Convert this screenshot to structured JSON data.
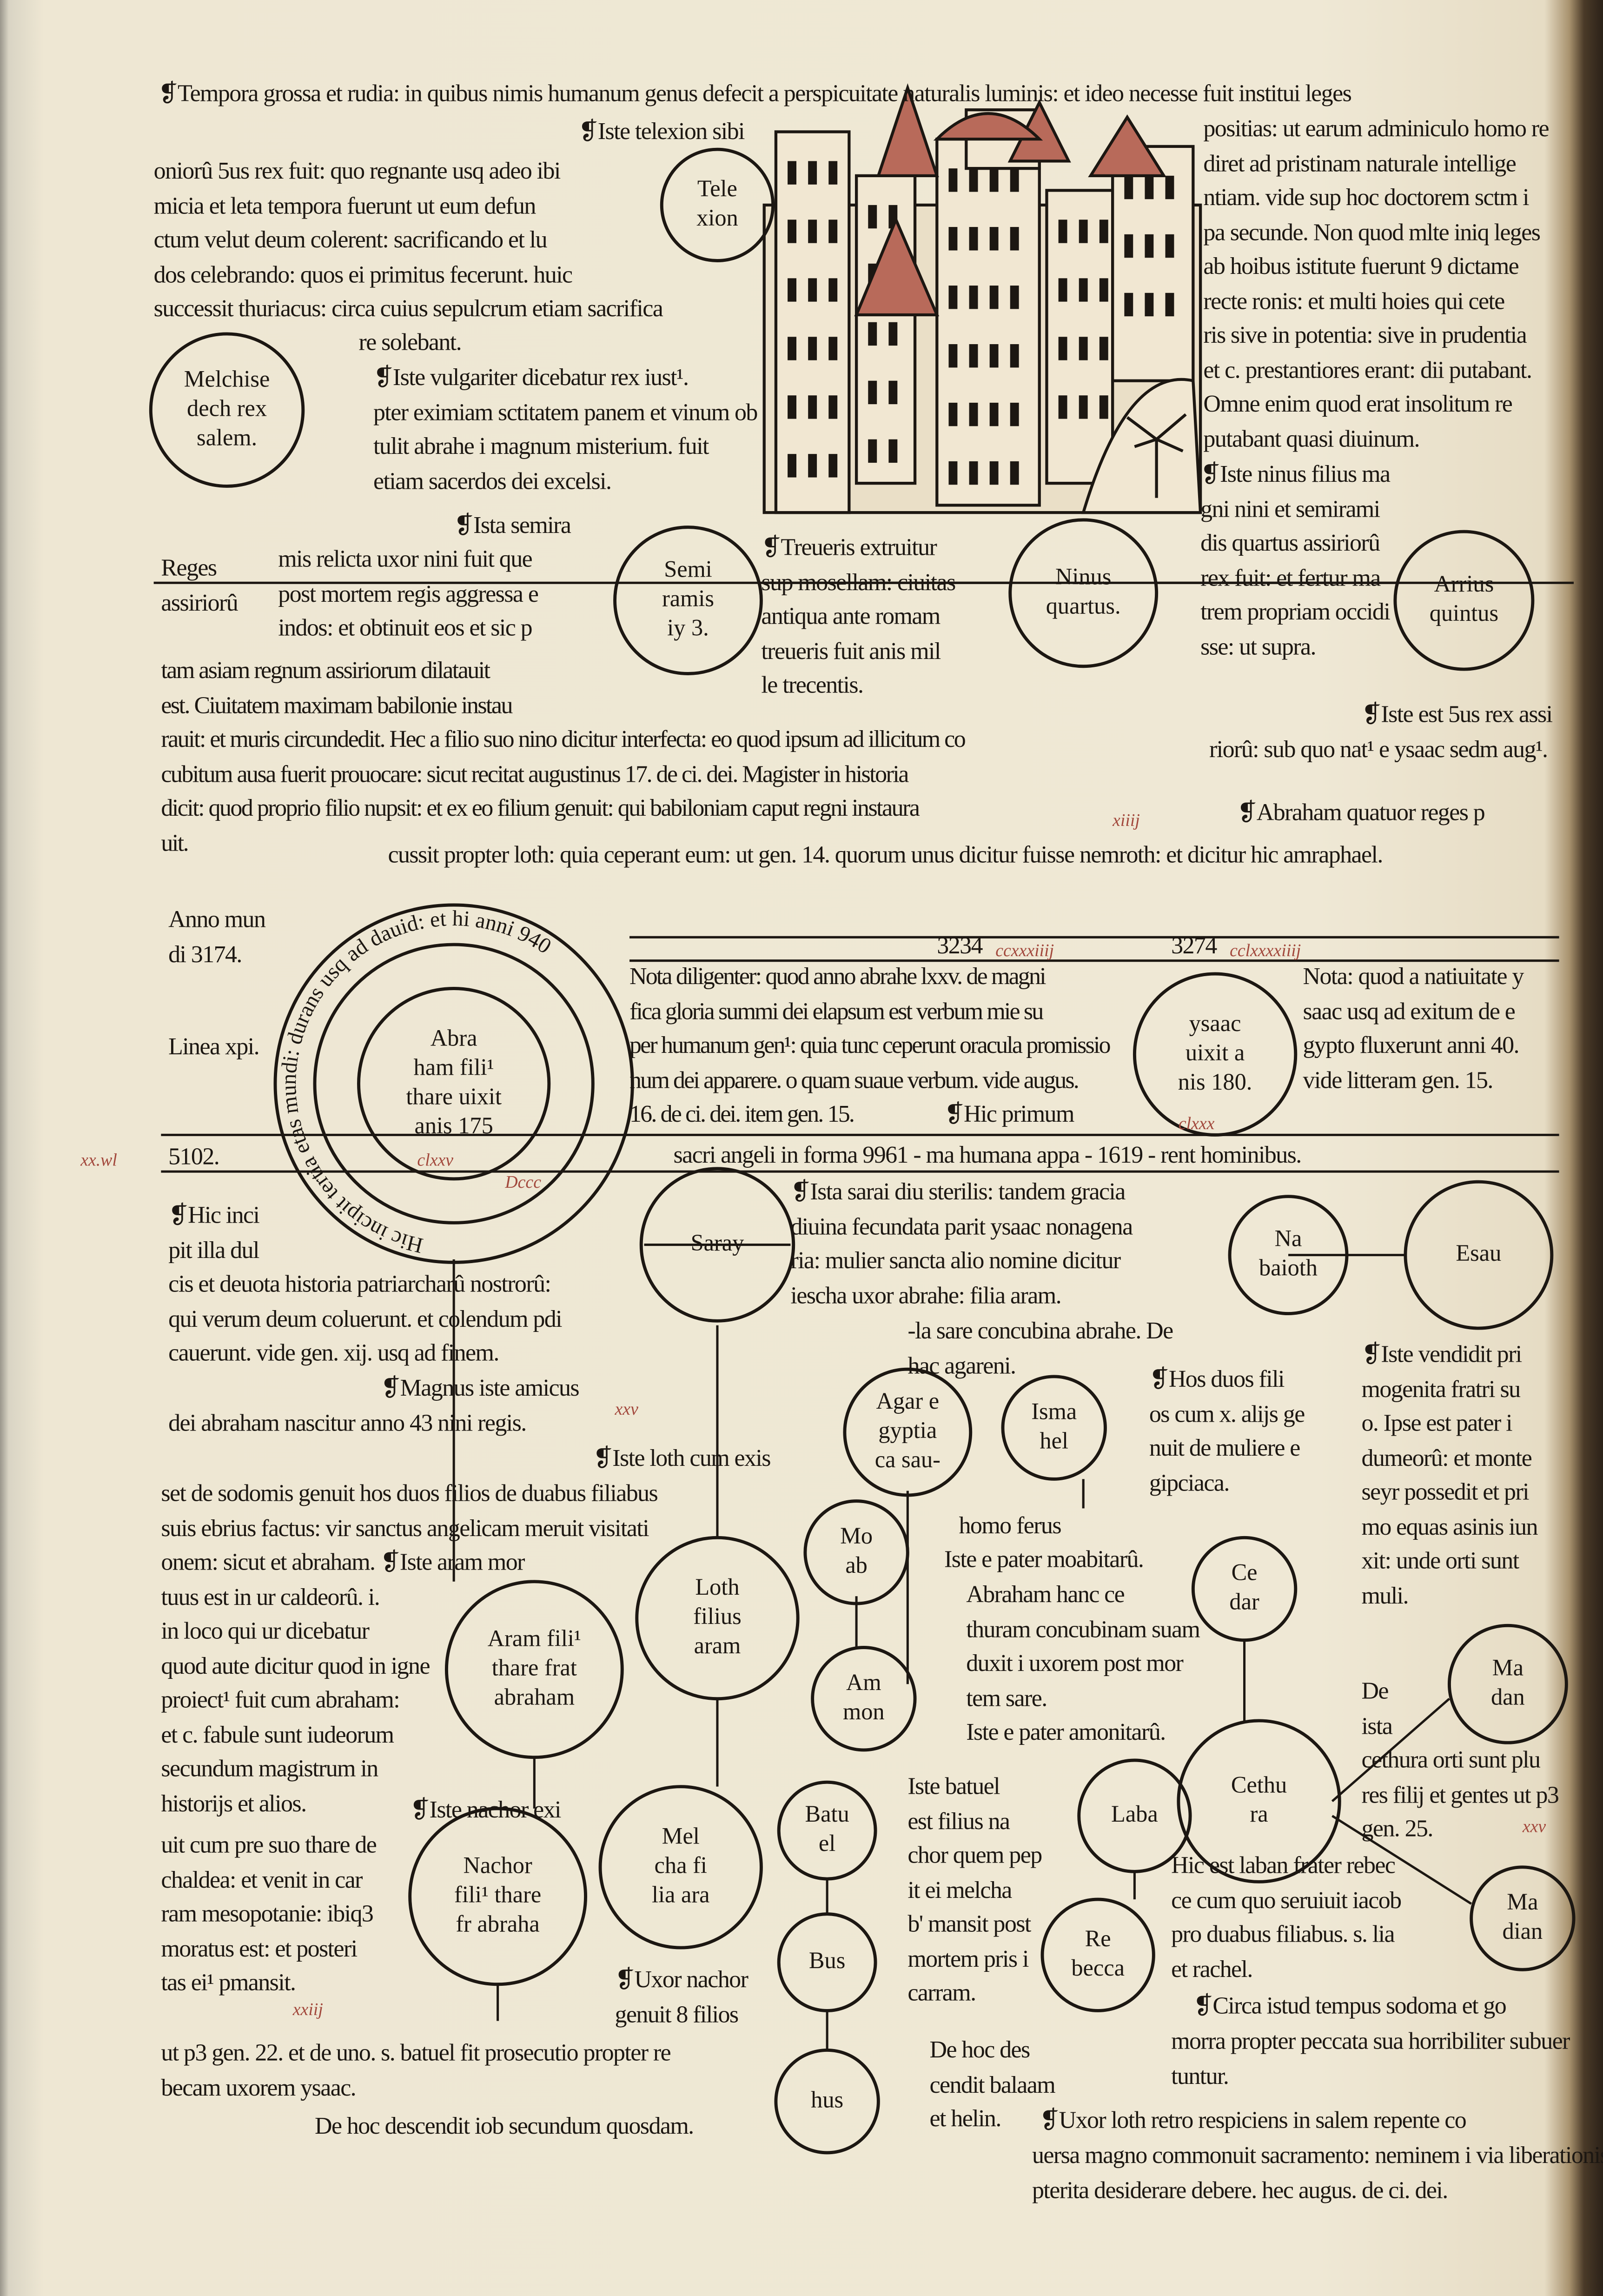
{
  "blocks": [
    {
      "name": "heading-tempora",
      "lines": [
        "❡Tempora grossa et rudia: in quibus nimis humanum genus defecit a perspicuitate naturalis luminis: et ideo necesse fuit institui leges"
      ]
    },
    {
      "name": "telexion-intro",
      "lines": [
        "❡Iste telexion sibi"
      ]
    },
    {
      "name": "telexion-text",
      "lines": [
        "oniorû 5us rex fuit: quo regnante usq adeo ibi",
        "micia et leta tempora fuerunt ut eum defun",
        "ctum velut deum colerent: sacrificando et lu",
        "dos celebrando: quos ei primitus fecerunt. huic",
        "successit thuriacus: circa cuius sepulcrum etiam sacrifica"
      ]
    },
    {
      "name": "telexion-end",
      "lines": [
        "re solebant."
      ]
    },
    {
      "name": "leges-text",
      "lines": [
        "positias: ut earum adminiculo homo re",
        "diret ad pristinam naturale intellige",
        "ntiam. vide sup hoc doctorem sctm i",
        "pa secunde. Non quod mlte iniq leges",
        "ab hoibus istitute fuerunt 9 dictame",
        "recte ronis: et multi hoies qui cete",
        "ris sive in potentia: sive in prudentia",
        "et c. prestantiores erant: dii putabant.",
        "Omne enim quod erat insolitum re",
        "putabant quasi diuinum."
      ]
    },
    {
      "name": "melchisedech-text",
      "lines": [
        "❡Iste vulgariter dicebatur rex iust¹.",
        "pter eximiam sctitatem panem et vinum ob",
        "tulit abrahe i magnum misterium. fuit",
        "etiam sacerdos dei excelsi."
      ]
    },
    {
      "name": "semiramis-head",
      "lines": [
        "❡Ista semira"
      ]
    },
    {
      "name": "reges-label",
      "lines": [
        "Reges",
        "assiriorû"
      ]
    },
    {
      "name": "semiramis-text-a",
      "lines": [
        "mis relicta uxor nini fuit que",
        "post mortem regis aggressa e",
        "indos: et obtinuit eos et sic p"
      ]
    },
    {
      "name": "semiramis-text-b",
      "lines": [
        "tam asiam regnum assiriorum dilatauit",
        "est. Ciuitatem maximam babilonie instau",
        "rauit: et muris circundedit. Hec a filio suo nino dicitur interfecta: eo quod ipsum ad illicitum co",
        "cubitum ausa fuerit prouocare: sicut recitat augustinus 17. de ci. dei. Magister in historia",
        "dicit: quod proprio filio nupsit: et ex eo filium genuit: qui babiloniam caput regni instaura",
        "uit."
      ]
    },
    {
      "name": "treveris-text",
      "lines": [
        "❡Treueris extruitur",
        "sup mosellam: ciuitas",
        "antiqua ante romam",
        "treueris fuit anis mil",
        "le trecentis."
      ]
    },
    {
      "name": "ninus-text",
      "lines": [
        "❡Iste ninus filius ma",
        "gni nini et semirami",
        "dis quartus assiriorû",
        "rex fuit: et fertur ma",
        "trem propriam occidi",
        "sse: ut supra."
      ]
    },
    {
      "name": "arrius-text",
      "lines": [
        "❡Iste est 5us rex assi"
      ]
    },
    {
      "name": "arrius-text-b",
      "lines": [
        "riorû: sub quo nat¹ e ysaac sedm aug¹."
      ]
    },
    {
      "name": "abraham-reges",
      "lines": [
        "❡Abraham quatuor reges p"
      ]
    },
    {
      "name": "abraham-reges-b",
      "lines": [
        "cussit propter loth: quia ceperant eum: ut gen. 14. quorum unus dicitur fuisse nemroth: et dicitur hic amraphael."
      ]
    },
    {
      "name": "anno-mundi",
      "lines": [
        "Anno mun",
        "di 3174."
      ]
    },
    {
      "name": "linea-christi",
      "lines": [
        "Linea xpi."
      ]
    },
    {
      "name": "year-5102",
      "lines": [
        "5102."
      ]
    },
    {
      "name": "year-3234",
      "lines": [
        "3234"
      ]
    },
    {
      "name": "year-3274",
      "lines": [
        "3274"
      ]
    },
    {
      "name": "nota-abrahe",
      "lines": [
        "Nota diligenter: quod anno abrahe lxxv. de magni",
        "fica gloria summi dei elapsum est verbum mie su",
        "per humanum gen¹: quia tunc ceperunt oracula promissio",
        "num dei apparere. o quam suaue verbum. vide augus.",
        "16. de ci. dei. item gen. 15."
      ]
    },
    {
      "name": "hic-primum",
      "lines": [
        "❡Hic primum"
      ]
    },
    {
      "name": "nota-ysaac",
      "lines": [
        "Nota: quod a natiuitate y",
        "saac usq ad exitum de e",
        "gypto fluxerunt anni 40.",
        "vide litteram gen. 15."
      ]
    },
    {
      "name": "angeli-line",
      "lines": [
        "sacri angeli in forma 9961 - ma humana appa - 1619 - rent hominibus."
      ]
    },
    {
      "name": "sarai-text",
      "lines": [
        "❡Ista sarai diu sterilis: tandem gracia",
        "diuina fecundata parit ysaac nonagena",
        "ria: mulier sancta alio nomine dicitur",
        "iescha uxor abrahe: filia aram."
      ]
    },
    {
      "name": "agar-text",
      "lines": [
        "-la sare concubina abrahe. De",
        "hac agareni."
      ]
    },
    {
      "name": "historia-text",
      "lines": [
        "❡Hic inci",
        "pit illa dul",
        "cis et deuota historia patriarcharû nostrorû:",
        "qui verum deum coluerunt. et colendum pdi",
        "cauerunt. vide gen. xij. usq ad finem."
      ]
    },
    {
      "name": "magnus-amicus",
      "lines": [
        "❡Magnus iste amicus"
      ]
    },
    {
      "name": "magnus-amicus-b",
      "lines": [
        "dei abraham nascitur anno 43 nini regis."
      ]
    },
    {
      "name": "esau-text",
      "lines": [
        "❡Iste vendidit pri",
        "mogenita fratri su",
        "o. Ipse est pater i",
        "dumeorû: et monte",
        "seyr possedit et pri",
        "mo equas asinis iun",
        "xit: unde orti sunt",
        "muli."
      ]
    },
    {
      "name": "ismahel-text",
      "lines": [
        "❡Hos duos fili",
        "os cum x. alijs ge",
        "nuit de muliere e",
        "gipciaca."
      ]
    },
    {
      "name": "loth-head",
      "lines": [
        "❡Iste loth cum exis"
      ]
    },
    {
      "name": "loth-text",
      "lines": [
        "set de sodomis genuit hos duos filios de duabus filiabus",
        "suis ebrius factus: vir sanctus angelicam meruit visitati",
        "onem: sicut et abraham. ❡Iste aram mor",
        "tuus est in ur caldeorû. i.",
        "in loco qui ur dicebatur",
        "quod aute dicitur quod in igne",
        "proiect¹ fuit cum abraham:",
        "et c. fabule sunt iudeorum",
        "secundum magistrum in",
        "historijs et alios."
      ]
    },
    {
      "name": "homo-ferus",
      "lines": [
        "homo ferus"
      ]
    },
    {
      "name": "moab-text",
      "lines": [
        "Iste e pater moabitarû."
      ]
    },
    {
      "name": "cethura-text",
      "lines": [
        "Abraham hanc ce",
        "thuram concubinam suam",
        "duxit i uxorem post mor",
        "tem sare.",
        "Iste e pater amonitarû."
      ]
    },
    {
      "name": "cethura-filii",
      "lines": [
        "De",
        "ista",
        "cethura orti sunt plu",
        "res filij et gentes ut p3",
        "gen. 25."
      ]
    },
    {
      "name": "nachor-head",
      "lines": [
        "❡Iste nachor exi"
      ]
    },
    {
      "name": "nachor-text",
      "lines": [
        "uit cum pre suo thare de",
        "chaldea: et venit in car",
        "ram mesopotanie: ibiq3",
        "moratus est: et posteri",
        "tas ei¹ pmansit."
      ]
    },
    {
      "name": "batuel-text",
      "lines": [
        "Iste batuel",
        "est filius na",
        "chor quem pep",
        "it ei melcha",
        "b' mansit post",
        "mortem pris i",
        "carram."
      ]
    },
    {
      "name": "laban-text",
      "lines": [
        "Hic est laban frater rebec",
        "ce cum quo seruiuit iacob",
        "pro duabus filiabus. s. lia",
        "et rachel."
      ]
    },
    {
      "name": "sodoma-text",
      "lines": [
        "❡Circa istud tempus sodoma et go"
      ]
    },
    {
      "name": "sodoma-text-b",
      "lines": [
        "morra propter peccata sua horribiliter subuer",
        "tuntur."
      ]
    },
    {
      "name": "uxor-loth",
      "lines": [
        "❡Uxor loth retro respiciens in salem repente co"
      ]
    },
    {
      "name": "uxor-loth-b",
      "lines": [
        "uersa magno commonuit sacramento: neminem i via liberationis",
        "pterita desiderare debere. hec augus. de ci. dei."
      ]
    },
    {
      "name": "uxor-nachor",
      "lines": [
        "❡Uxor nachor",
        "genuit 8 filios"
      ]
    },
    {
      "name": "batuel-prosecutio",
      "lines": [
        "ut p3 gen. 22. et de uno. s. batuel fit prosecutio propter re",
        "becam uxorem ysaac."
      ]
    },
    {
      "name": "iob-text",
      "lines": [
        "De hoc descendit iob secundum quosdam."
      ]
    },
    {
      "name": "balaam-text",
      "lines": [
        "De hoc des",
        "cendit balaam",
        "et helin."
      ]
    }
  ],
  "circles": [
    {
      "name": "telexion",
      "lines": [
        "Tele",
        "xion"
      ]
    },
    {
      "name": "melchisedech",
      "lines": [
        "Melchise",
        "dech rex",
        "salem."
      ]
    },
    {
      "name": "semiramis",
      "lines": [
        "Semi",
        "ramis",
        "iy 3."
      ]
    },
    {
      "name": "ninus",
      "lines": [
        "Ninus",
        "quartus."
      ]
    },
    {
      "name": "arrius",
      "lines": [
        "Arrius",
        "quintus"
      ]
    },
    {
      "name": "abraham",
      "lines": [
        "Abra",
        "ham fili¹",
        "thare uixit",
        "anis 175"
      ]
    },
    {
      "name": "ysaac",
      "lines": [
        "ysaac",
        "uixit a",
        "nis 180."
      ]
    },
    {
      "name": "saray",
      "lines": [
        "Saray"
      ]
    },
    {
      "name": "nabaioth",
      "lines": [
        "Na",
        "baioth"
      ]
    },
    {
      "name": "esau",
      "lines": [
        "Esau"
      ]
    },
    {
      "name": "agar",
      "lines": [
        "Agar e",
        "gyptia",
        "ca sau-"
      ]
    },
    {
      "name": "ismahel",
      "lines": [
        "Isma",
        "hel"
      ]
    },
    {
      "name": "moab",
      "lines": [
        "Mo",
        "ab"
      ]
    },
    {
      "name": "cedar",
      "lines": [
        "Ce",
        "dar"
      ]
    },
    {
      "name": "loth",
      "lines": [
        "Loth",
        "filius",
        "aram"
      ]
    },
    {
      "name": "aram",
      "lines": [
        "Aram fili¹",
        "thare frat",
        "abraham"
      ]
    },
    {
      "name": "ammon",
      "lines": [
        "Am",
        "mon"
      ]
    },
    {
      "name": "madan",
      "lines": [
        "Ma",
        "dan"
      ]
    },
    {
      "name": "cethura",
      "lines": [
        "Cethu",
        "ra"
      ]
    },
    {
      "name": "batuel",
      "lines": [
        "Batu",
        "el"
      ]
    },
    {
      "name": "laban",
      "lines": [
        "Laba"
      ]
    },
    {
      "name": "melcha",
      "lines": [
        "Mel",
        "cha fi",
        "lia ara"
      ]
    },
    {
      "name": "nachor",
      "lines": [
        "Nachor",
        "fili¹ thare",
        "fr abraha"
      ]
    },
    {
      "name": "rebecca",
      "lines": [
        "Re",
        "becca"
      ]
    },
    {
      "name": "madian",
      "lines": [
        "Ma",
        "dian"
      ]
    },
    {
      "name": "bus",
      "lines": [
        "Bus"
      ]
    },
    {
      "name": "hus",
      "lines": [
        "hus"
      ]
    }
  ],
  "ring_text": "Hic incipit tertia etas mundi: durans usq ad dauid: et hi anni 940",
  "marginalia": [
    "xiiij",
    "clxxv",
    "ccxxxiiij",
    "cclxxxxiiij",
    "xx.wl",
    "xxiij",
    "xxv",
    "xxv",
    "clxxx",
    "Dccc"
  ],
  "colors": {
    "paper": "#efe8d5",
    "ink": "#1c1712",
    "rubric": "#a2483c"
  }
}
